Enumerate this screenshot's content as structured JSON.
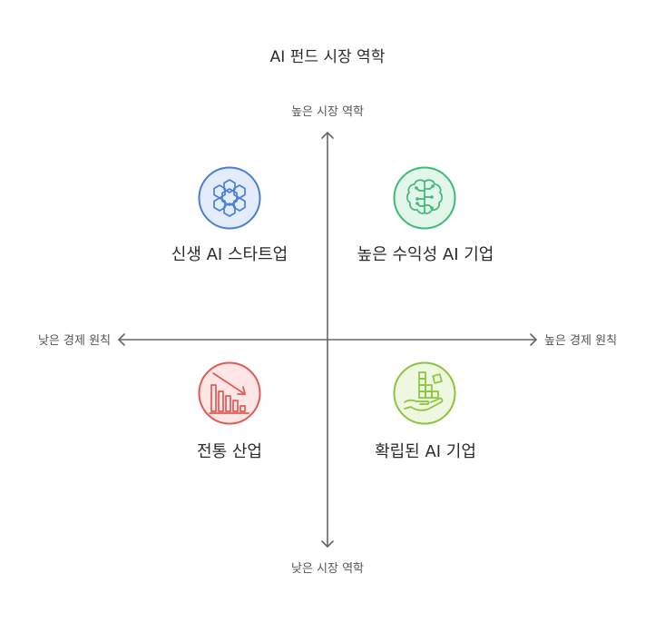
{
  "title": "AI 펀드 시장 역학",
  "axes": {
    "y_top": "높은 시장 역학",
    "y_bottom": "낮은 시장 역학",
    "x_left": "낮은 경제 원칙",
    "x_right": "높은 경제 원칙"
  },
  "quadrants": {
    "top_left": {
      "label": "신생 AI 스타트업",
      "icon": "cubes-icon",
      "color": "#4a7fd6",
      "fill": "#e3ecfb"
    },
    "top_right": {
      "label": "높은 수익성 AI 기업",
      "icon": "brain-circuit-icon",
      "color": "#3cba78",
      "fill": "#e2f6ea"
    },
    "bottom_left": {
      "label": "전통 산업",
      "icon": "declining-chart-icon",
      "color": "#e05a54",
      "fill": "#fde6e5"
    },
    "bottom_right": {
      "label": "확립된 AI 기업",
      "icon": "hand-blocks-icon",
      "color": "#8cc43c",
      "fill": "#eef7df"
    }
  }
}
